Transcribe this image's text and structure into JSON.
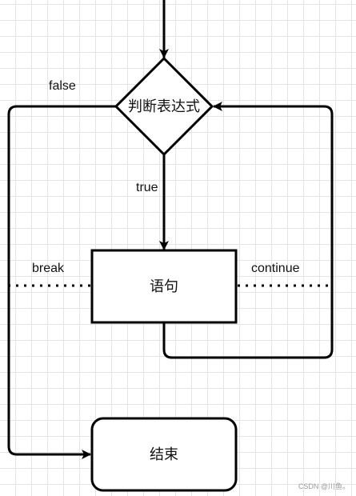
{
  "nodes": {
    "decision": "判断表达式",
    "statement": "语句",
    "end": "结束"
  },
  "labels": {
    "false": "false",
    "true": "true",
    "break": "break",
    "continue": "continue"
  },
  "watermark": "CSDN @川鱼。",
  "colors": {
    "stroke": "#000000",
    "grid": "#e4e4e4",
    "background": "#ffffff"
  }
}
